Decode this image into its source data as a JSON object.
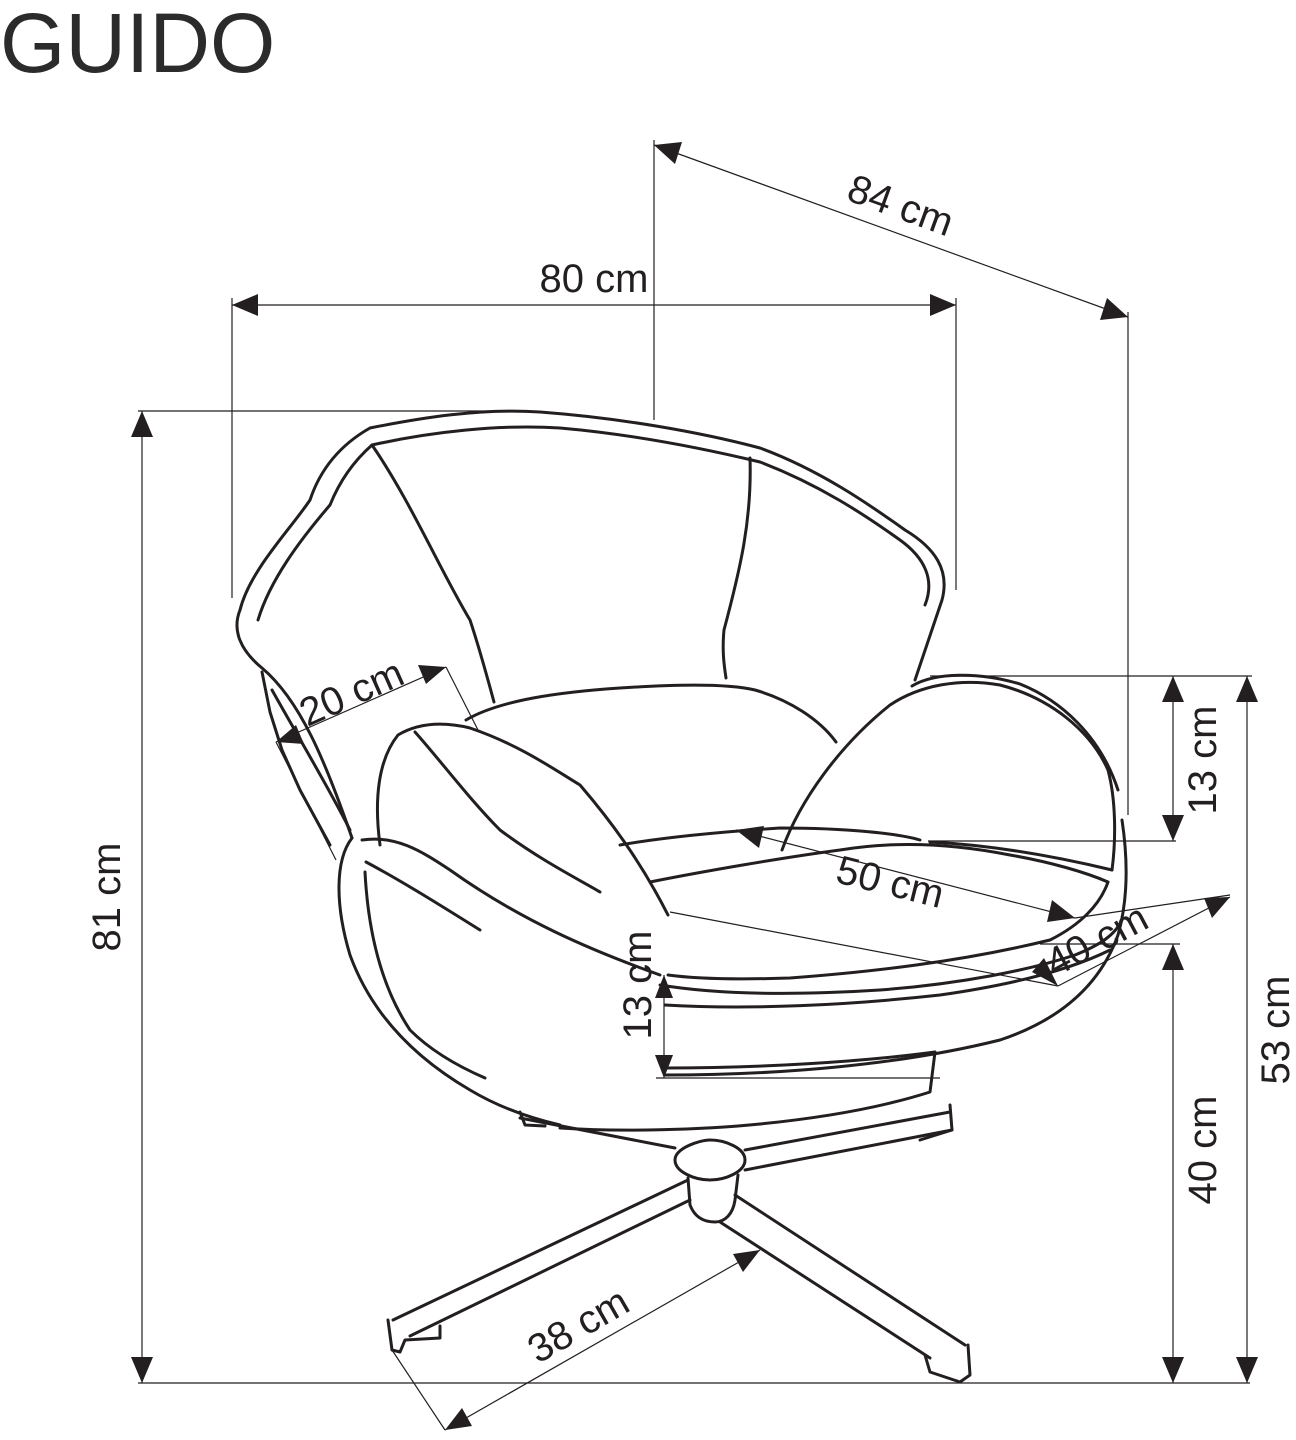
{
  "title": "GUIDO",
  "dimensions": {
    "depth": "84 cm",
    "width": "80 cm",
    "height": "81 cm",
    "armrest_thickness": "20 cm",
    "armrest_height": "13 cm",
    "seat_width": "50 cm",
    "seat_depth": "40 cm",
    "seat_thickness": "13 cm",
    "seat_height": "40 cm",
    "armrest_floor_height": "53 cm",
    "base_leg": "38 cm"
  },
  "colors": {
    "line": "#231f20",
    "background": "#ffffff"
  }
}
